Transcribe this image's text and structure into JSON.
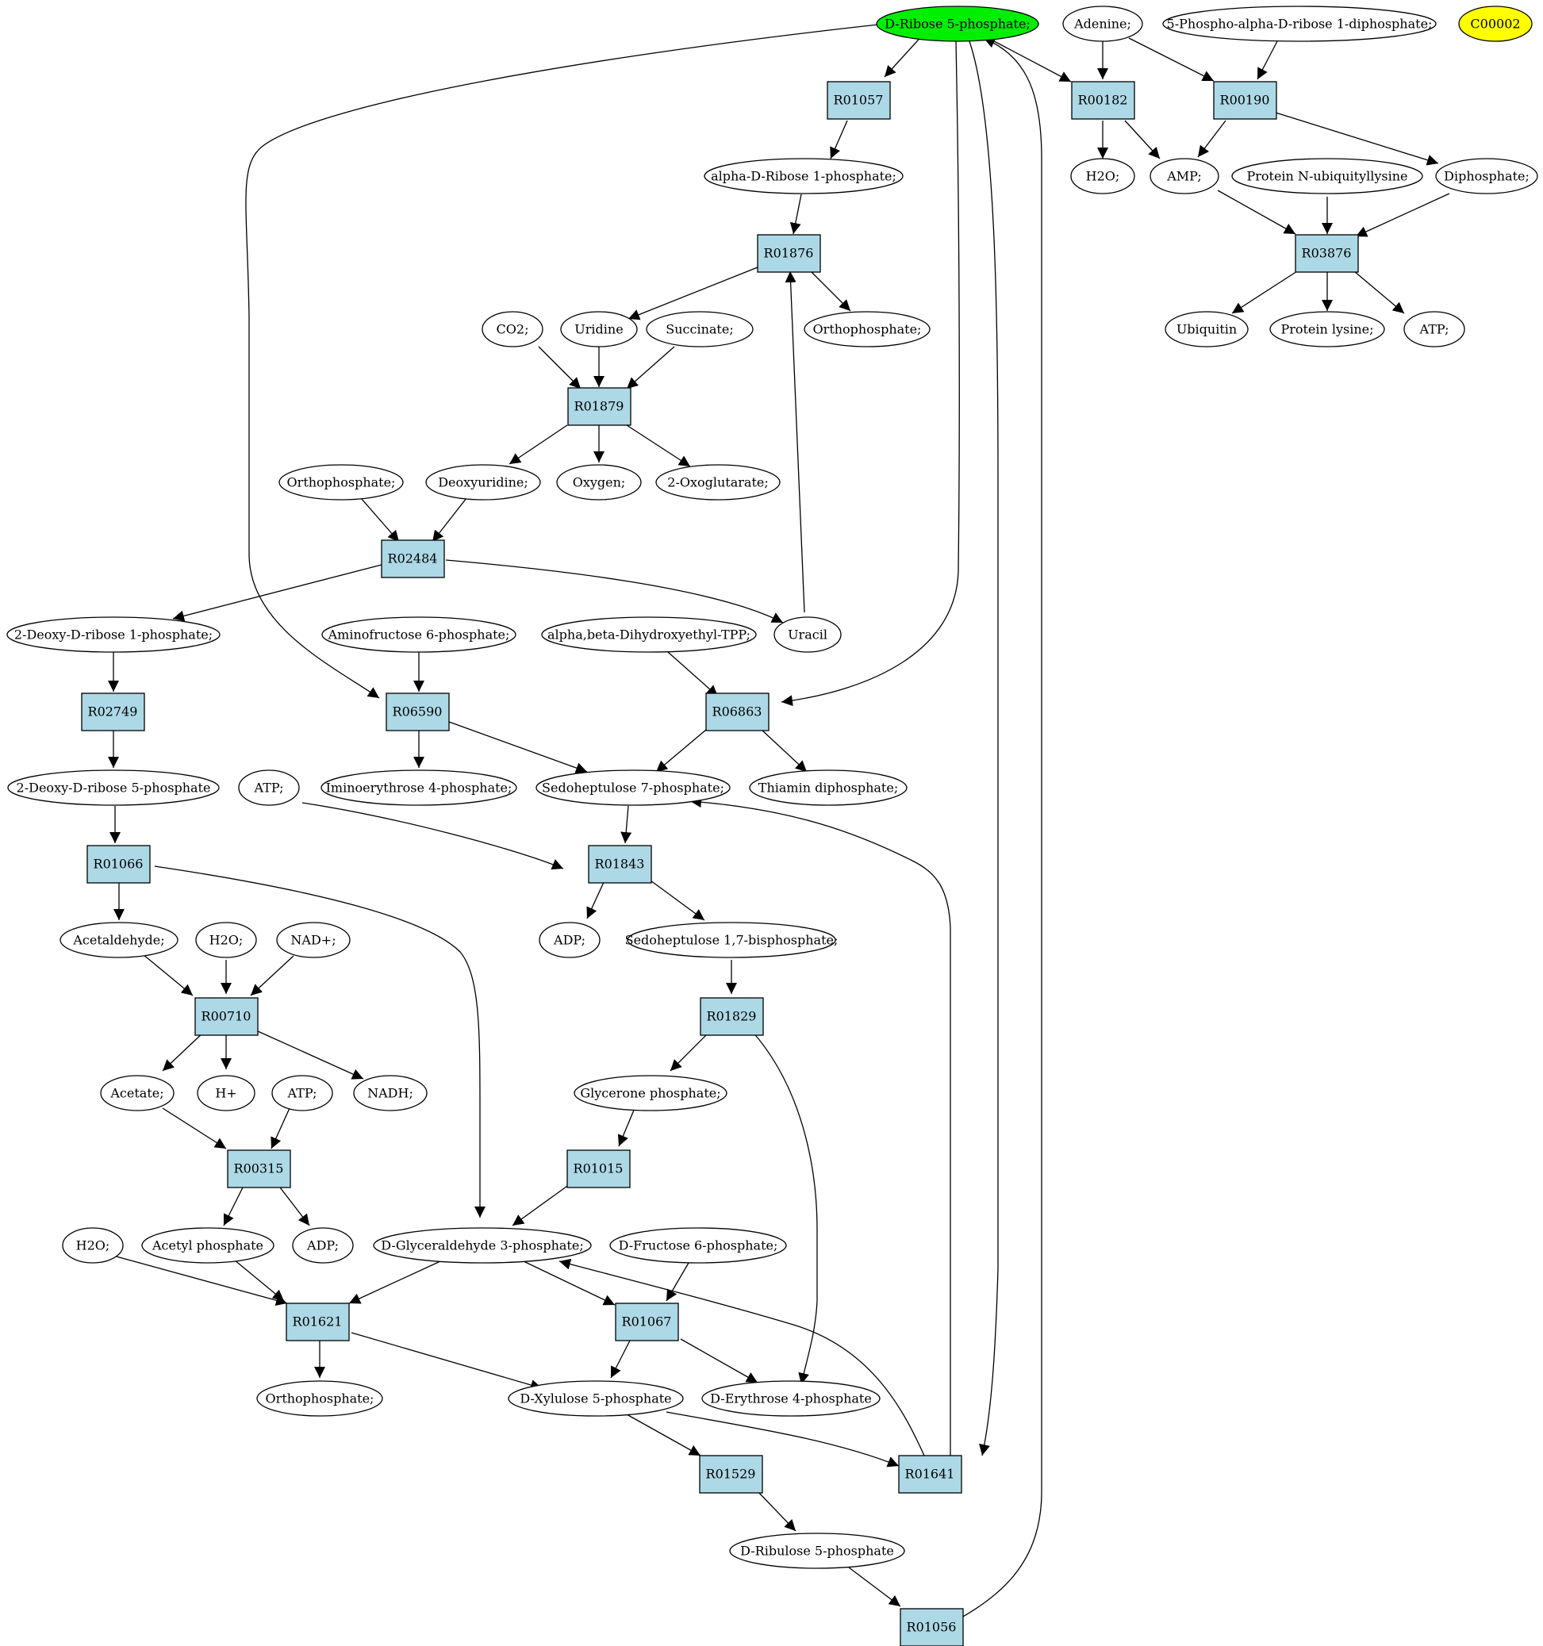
{
  "colors": {
    "highlight": "#00ee00",
    "compound_marker": "#ffff00",
    "reaction_fill": "#add8e6",
    "compound_fill": "#ffffff"
  },
  "nodes": {
    "c_ribose5p": "D-Ribose 5-phosphate;",
    "c_adenine": "Adenine;",
    "c_prpp": "5-Phospho-alpha-D-ribose 1-diphosphate;",
    "c_c00002": "C00002",
    "r01057": "R01057",
    "r00182": "R00182",
    "r00190": "R00190",
    "c_ribose1p": "alpha-D-Ribose 1-phosphate;",
    "c_h2o_1": "H2O;",
    "c_amp": "AMP;",
    "c_protein_ub_lys": "Protein N-ubiquityllysine",
    "c_diphosphate": "Diphosphate;",
    "r01876": "R01876",
    "r03876": "R03876",
    "c_co2": "CO2;",
    "c_uridine": "Uridine",
    "c_succinate": "Succinate;",
    "c_orthophosphate_1": "Orthophosphate;",
    "c_ubiquitin": "Ubiquitin",
    "c_protein_lysine": "Protein lysine;",
    "c_atp_1": "ATP;",
    "r01879": "R01879",
    "c_orthophosphate_2": "Orthophosphate;",
    "c_deoxyuridine": "Deoxyuridine;",
    "c_oxygen": "Oxygen;",
    "c_2oxoglutarate": "2-Oxoglutarate;",
    "r02484": "R02484",
    "c_2deoxyribose1p": "2-Deoxy-D-ribose 1-phosphate;",
    "c_aminofructose6p": "Aminofructose 6-phosphate;",
    "c_dihydroxyethyl_tpp": "alpha,beta-Dihydroxyethyl-TPP;",
    "c_uracil": "Uracil",
    "r02749": "R02749",
    "r06590": "R06590",
    "r06863": "R06863",
    "c_2deoxyribose5p": "2-Deoxy-D-ribose 5-phosphate",
    "c_atp_2": "ATP;",
    "c_iminoerythrose4p": "Iminoerythrose 4-phosphate;",
    "c_sedoheptulose7p": "Sedoheptulose 7-phosphate;",
    "c_thiamin_dp": "Thiamin diphosphate;",
    "r01066": "R01066",
    "r01843": "R01843",
    "c_acetaldehyde": "Acetaldehyde;",
    "c_h2o_2": "H2O;",
    "c_nad": "NAD+;",
    "c_adp_1": "ADP;",
    "c_sedoheptulose17bp": "Sedoheptulose 1,7-bisphosphate;",
    "r00710": "R00710",
    "r01829": "R01829",
    "c_acetate": "Acetate;",
    "c_hplus": "H+",
    "c_atp_3": "ATP;",
    "c_nadh": "NADH;",
    "c_glycerone_p": "Glycerone phosphate;",
    "r00315": "R00315",
    "r01015": "R01015",
    "c_h2o_3": "H2O;",
    "c_acetyl_p": "Acetyl phosphate",
    "c_adp_2": "ADP;",
    "c_g3p": "D-Glyceraldehyde 3-phosphate;",
    "c_fructose6p": "D-Fructose 6-phosphate;",
    "r01621": "R01621",
    "r01067": "R01067",
    "c_orthophosphate_3": "Orthophosphate;",
    "c_xylulose5p": "D-Xylulose 5-phosphate",
    "c_erythrose4p": "D-Erythrose 4-phosphate",
    "r01529": "R01529",
    "r01641": "R01641",
    "c_ribulose5p": "D-Ribulose 5-phosphate",
    "r01056": "R01056"
  }
}
